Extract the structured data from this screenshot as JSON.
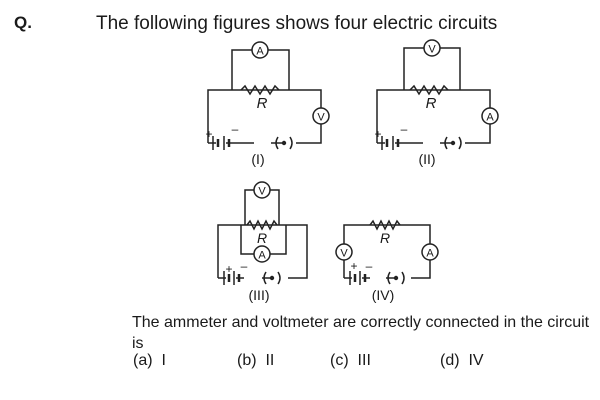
{
  "question": {
    "label": "Q.",
    "title": "The following figures shows four electric circuits",
    "body": "The ammeter and voltmeter are correctly connected in the circuit is"
  },
  "circuits": [
    {
      "id": "I",
      "caption": "(I)",
      "resistor_label": "R",
      "meter_on_resistor": "A",
      "meter_on_branch": "V"
    },
    {
      "id": "II",
      "caption": "(II)",
      "resistor_label": "R",
      "meter_on_resistor": "V",
      "meter_on_branch": "A"
    },
    {
      "id": "III",
      "caption": "(III)",
      "resistor_label": "R",
      "meter_parallel": "V",
      "meter_series": "A"
    },
    {
      "id": "IV",
      "caption": "(IV)",
      "resistor_label": "R",
      "meter_left": "V",
      "meter_right": "A"
    }
  ],
  "symbols": {
    "battery_plus": "+",
    "battery_minus": "–",
    "key": "(•)"
  },
  "options": [
    {
      "key": "(a)",
      "value": "I"
    },
    {
      "key": "(b)",
      "value": "II"
    },
    {
      "key": "(c)",
      "value": "III"
    },
    {
      "key": "(d)",
      "value": "IV"
    }
  ]
}
